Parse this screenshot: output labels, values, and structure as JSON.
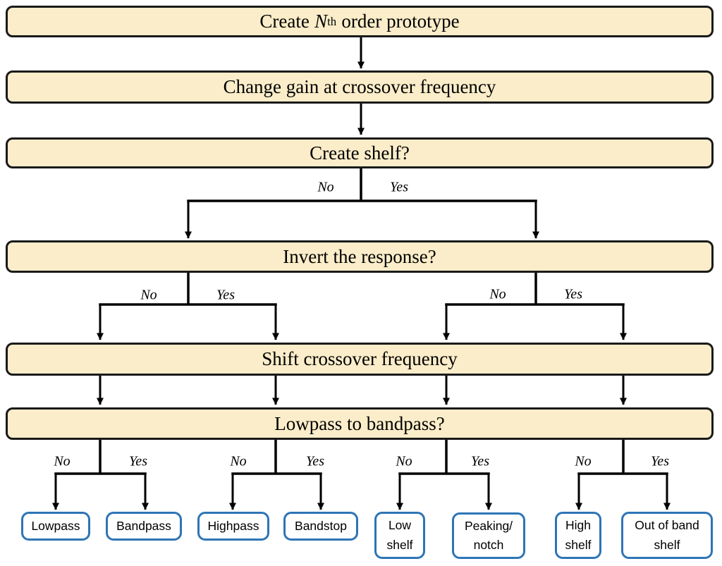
{
  "diagram": {
    "type": "flowchart",
    "colors": {
      "box_fill": "#FBEDC9",
      "box_border": "#1a1a1a",
      "terminal_fill": "#ffffff",
      "terminal_border": "#2E75B6",
      "connector": "#000000"
    },
    "process_nodes": [
      {
        "id": "create-prototype",
        "prefix": "Create",
        "variable": "N",
        "superscript": "th",
        "suffix": "order prototype"
      },
      {
        "id": "change-gain",
        "label": "Change gain at crossover frequency"
      },
      {
        "id": "create-shelf",
        "label": "Create shelf?"
      },
      {
        "id": "invert-response",
        "label": "Invert the response?"
      },
      {
        "id": "shift-crossover",
        "label": "Shift crossover frequency"
      },
      {
        "id": "lowpass-to-bandpass",
        "label": "Lowpass to bandpass?"
      }
    ],
    "branch_labels": {
      "no": "No",
      "yes": "Yes"
    },
    "terminals": [
      {
        "id": "lowpass",
        "lines": [
          "Lowpass"
        ]
      },
      {
        "id": "bandpass",
        "lines": [
          "Bandpass"
        ]
      },
      {
        "id": "highpass",
        "lines": [
          "Highpass"
        ]
      },
      {
        "id": "bandstop",
        "lines": [
          "Bandstop"
        ]
      },
      {
        "id": "low-shelf",
        "lines": [
          "Low",
          "shelf"
        ]
      },
      {
        "id": "peaking-notch",
        "lines": [
          "Peaking/",
          "notch"
        ]
      },
      {
        "id": "high-shelf",
        "lines": [
          "High",
          "shelf"
        ]
      },
      {
        "id": "out-of-band-shelf",
        "lines": [
          "Out of band",
          "shelf"
        ]
      }
    ]
  }
}
